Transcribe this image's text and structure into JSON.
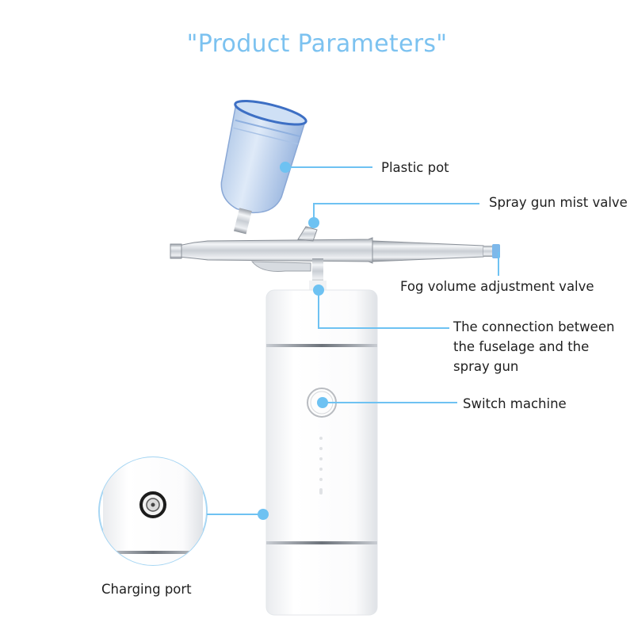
{
  "title": "\"Product Parameters\"",
  "accent_color": "#6ec2f2",
  "callouts": [
    {
      "id": "plastic-pot",
      "label": "Plastic pot"
    },
    {
      "id": "spray-gun-mist-valve",
      "label": "Spray gun mist valve"
    },
    {
      "id": "fog-volume-adjustment-valve",
      "label": "Fog volume adjustment valve"
    },
    {
      "id": "connection",
      "label_lines": [
        "The connection between",
        "the fuselage and the",
        "spray gun"
      ]
    },
    {
      "id": "switch-machine",
      "label": "Switch machine"
    },
    {
      "id": "charging-port",
      "label": "Charging port"
    }
  ]
}
